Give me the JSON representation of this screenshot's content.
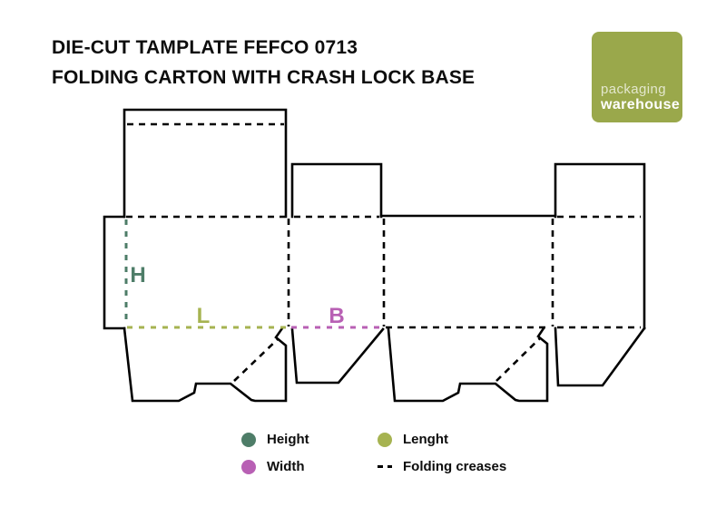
{
  "title": {
    "line1": "DIE-CUT TAMPLATE FEFCO 0713",
    "line2": "FOLDING CARTON WITH CRASH LOCK BASE"
  },
  "logo": {
    "line1": "packaging",
    "line2": "warehouse",
    "bg_color": "#9aa84b"
  },
  "diagram": {
    "height_label": "H",
    "length_label": "L",
    "width_label": "B"
  },
  "colors": {
    "height": "#4e7d68",
    "length": "#a6b351",
    "width": "#b860b4",
    "cut_line": "#000000"
  },
  "legend": {
    "height": "Height",
    "length": "Lenght",
    "width": "Width",
    "creases": "Folding creases"
  }
}
